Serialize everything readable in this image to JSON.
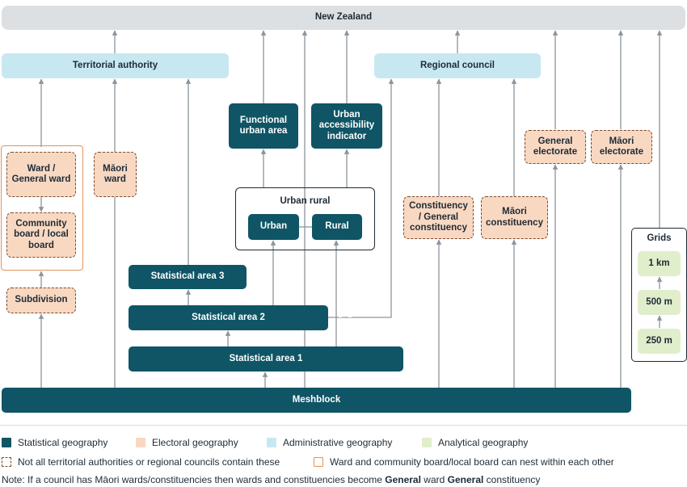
{
  "nodes": {
    "new_zealand": "New Zealand",
    "territorial_authority": "Territorial authority",
    "regional_council": "Regional council",
    "functional_urban_area": "Functional urban area",
    "urban_accessibility_indicator": "Urban accessibility indicator",
    "ward_general_ward": "Ward / General ward",
    "community_board": "Community board / local board",
    "maori_ward": "Māori ward",
    "subdivision": "Subdivision",
    "urban_rural_title": "Urban rural",
    "urban": "Urban",
    "rural": "Rural",
    "general_electorate": "General electorate",
    "maori_electorate": "Māori electorate",
    "constituency": "Constituency / General constituency",
    "maori_constituency": "Māori constituency",
    "statistical_area_3": "Statistical area 3",
    "statistical_area_2": "Statistical area 2",
    "statistical_area_1": "Statistical area 1",
    "meshblock": "Meshblock",
    "grids_title": "Grids",
    "grid_1km": "1 km",
    "grid_500m": "500 m",
    "grid_250m": "250 m"
  },
  "legend": {
    "statistical": "Statistical geography",
    "electoral": "Electoral geography",
    "administrative": "Administrative geography",
    "analytical": "Analytical geography",
    "not_all": "Not all territorial authorities or regional councils contain these",
    "nest": "Ward and community board/local board can nest within each other"
  },
  "note": {
    "prefix": "Note: If a council has Māori wards/constituencies then wards and constituencies become ",
    "bold1": "General",
    "mid": " ward ",
    "bold2": "General",
    "suffix": " constituency"
  },
  "colors": {
    "statistical": "#0f5566",
    "electoral": "#f9d8c2",
    "administrative": "#c7e8f1",
    "analytical": "#e1eecc",
    "connector": "#8c959c"
  }
}
